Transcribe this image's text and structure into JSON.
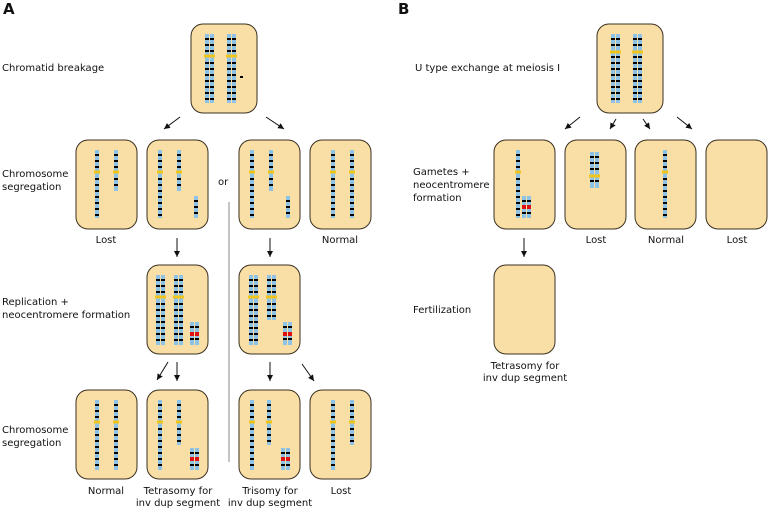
{
  "panels": {
    "A": {
      "letter": "A",
      "rows": {
        "breakage": "Chromatid breakage",
        "segregation1": "Chromosome\nsegregation",
        "replication": "Replication +\nneocentromere formation",
        "segregation2": "Chromosome\nsegregation"
      },
      "or_label": "or",
      "captions": {
        "lost": "Lost",
        "normal": "Normal",
        "bottom_normal": "Normal",
        "tetrasomy": "Tetrasomy for\ninv dup segment",
        "trisomy": "Trisomy for\ninv dup segment",
        "bottom_lost": "Lost"
      }
    },
    "B": {
      "letter": "B",
      "rows": {
        "exchange": "U type exchange at meiosis I",
        "gametes": "Gametes +\nneocentromere\nformation",
        "fertilization": "Fertilization"
      },
      "captions": {
        "lost1": "Lost",
        "normal": "Normal",
        "lost2": "Lost",
        "tetrasomy": "Tetrasomy for\ninv dup segment"
      }
    }
  },
  "colors": {
    "cell_fill": "#f9dfa6",
    "band_light": "#8fc3e6",
    "band_dark": "#000000",
    "centromere": "#f0c419",
    "neocentromere": "#e01010"
  }
}
